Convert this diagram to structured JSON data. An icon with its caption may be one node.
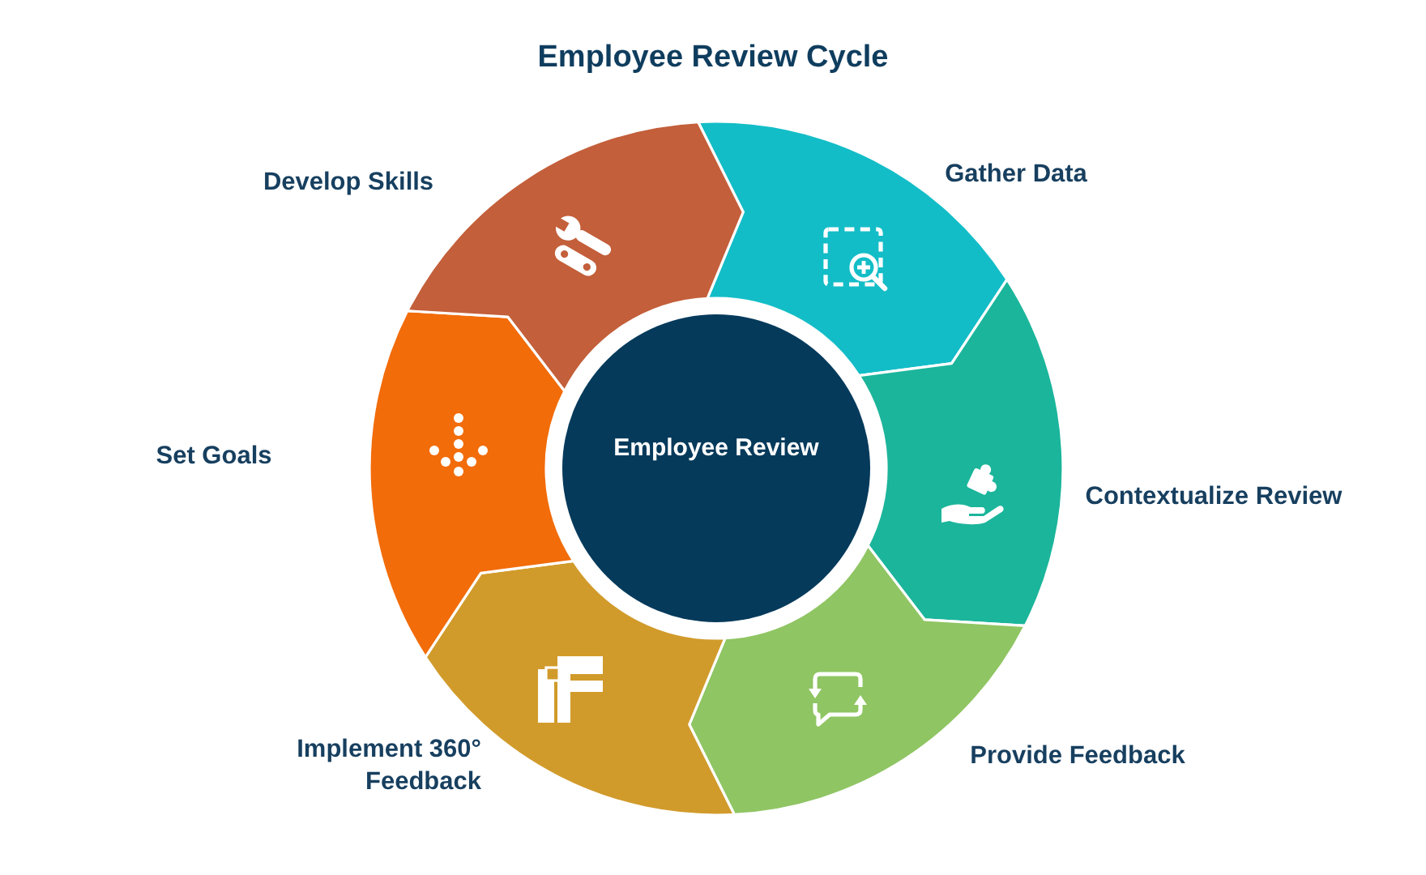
{
  "diagram": {
    "title": "Employee Review Cycle",
    "nodes": [
      {
        "text": [
          "Employee Review"
        ]
      },
      {
        "text": [
          "Gather Data"
        ]
      },
      {
        "text": [
          "Contextualize Review"
        ]
      },
      {
        "text": [
          "Provide Feedback"
        ]
      },
      {
        "text": [
          "Implement 360° Feedback"
        ]
      },
      {
        "text": [
          "Set Goals"
        ]
      },
      {
        "text": [
          "Develop Skills"
        ]
      }
    ]
  }
}
